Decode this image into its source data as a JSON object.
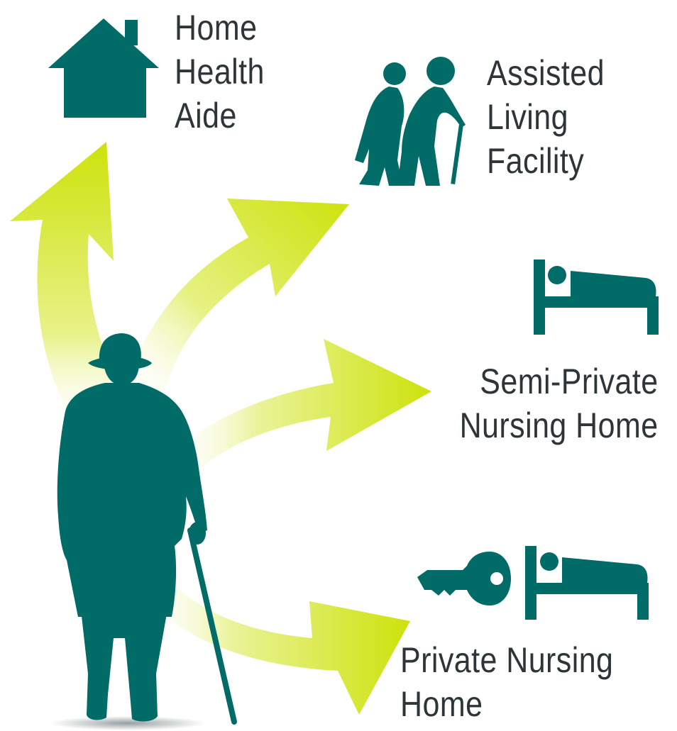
{
  "colors": {
    "teal": "#006b67",
    "arrow": "#cde20b",
    "text": "#2e3538",
    "background": "#ffffff"
  },
  "options": [
    {
      "id": "home",
      "icon": "house-icon",
      "lines": [
        "Home",
        "Health",
        "Aide"
      ]
    },
    {
      "id": "assisted",
      "icon": "elderly-couple-icon",
      "lines": [
        "Assisted",
        "Living",
        "Facility"
      ]
    },
    {
      "id": "semi",
      "icon": "bed-icon",
      "lines": [
        "Semi-Private",
        "Nursing Home"
      ]
    },
    {
      "id": "private",
      "icon": "key-and-bed-icon",
      "lines": [
        "Private Nursing",
        "Home"
      ]
    }
  ],
  "figure": {
    "icon": "elderly-man-with-cane-icon"
  }
}
